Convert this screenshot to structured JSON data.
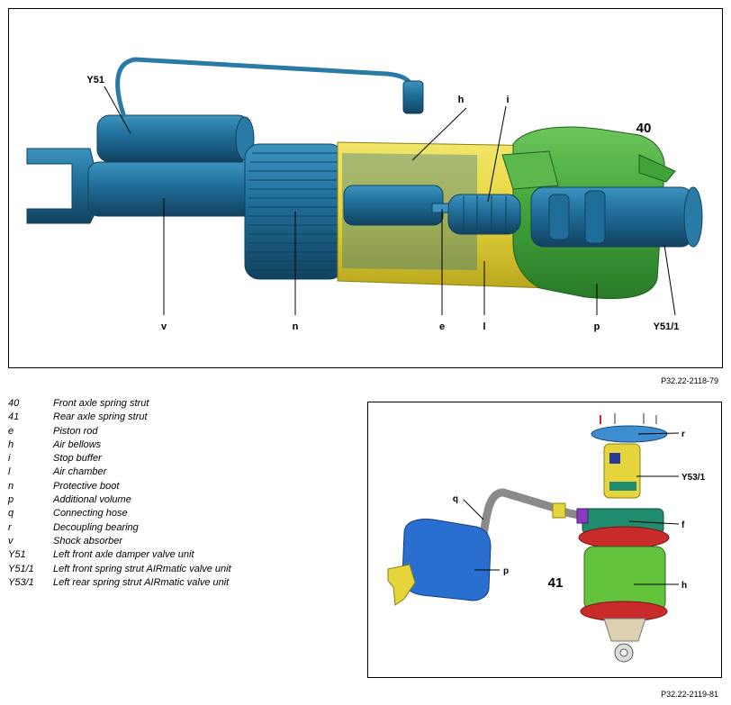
{
  "figure1": {
    "assembly_label": "40",
    "callouts": [
      "Y51",
      "h",
      "i",
      "v",
      "n",
      "e",
      "l",
      "p",
      "Y51/1"
    ],
    "reference": "P32.22-2118-79"
  },
  "figure2": {
    "assembly_label": "41",
    "callouts": [
      "r",
      "Y53/1",
      "q",
      "f",
      "p",
      "h"
    ],
    "reference": "P32.22-2119-81"
  },
  "legend": [
    {
      "code": "40",
      "desc": "Front axle spring strut"
    },
    {
      "code": "41",
      "desc": "Rear axle spring strut"
    },
    {
      "code": "e",
      "desc": "Piston rod"
    },
    {
      "code": "h",
      "desc": "Air bellows"
    },
    {
      "code": "i",
      "desc": "Stop buffer"
    },
    {
      "code": "l",
      "desc": "Air chamber"
    },
    {
      "code": "n",
      "desc": "Protective boot"
    },
    {
      "code": "p",
      "desc": "Additional volume"
    },
    {
      "code": "q",
      "desc": "Connecting hose"
    },
    {
      "code": "r",
      "desc": "Decoupling bearing"
    },
    {
      "code": "v",
      "desc": "Shock absorber"
    },
    {
      "code": "Y51",
      "desc": "Left front axle damper valve unit"
    },
    {
      "code": "Y51/1",
      "desc": "Left front spring strut AIRmatic valve unit"
    },
    {
      "code": "Y53/1",
      "desc": "Left rear spring strut AIRmatic valve unit"
    }
  ],
  "colors": {
    "strut_blue": "#1f6d98",
    "strut_blue_light": "#3d93bf",
    "strut_blue_dark": "#12425f",
    "air_chamber_yellow": "#e5d43c",
    "additional_volume_green": "#3fa33a",
    "bellows_green": "#62c23c",
    "ring_red": "#c92a2a",
    "hose_grey": "#8a8a8a"
  }
}
